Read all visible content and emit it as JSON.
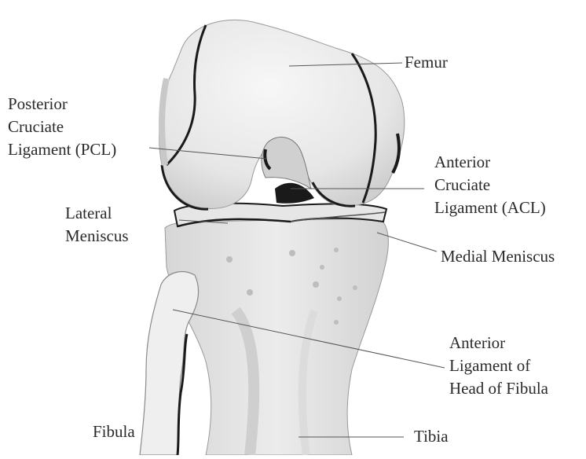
{
  "labels": {
    "femur": "Femur",
    "pcl": "Posterior\nCruciate\nLigament (PCL)",
    "acl": "Anterior\nCruciate\nLigament (ACL)",
    "lateral_meniscus": "Lateral\nMeniscus",
    "medial_meniscus": "Medial Meniscus",
    "anterior_ligament_fibula": "Anterior\nLigament of\nHead of Fibula",
    "fibula": "Fibula",
    "tibia": "Tibia"
  },
  "colors": {
    "bone_light": "#f2f2f2",
    "bone_mid": "#d9d9d9",
    "bone_shade": "#b8b8b8",
    "outline": "#1a1a1a",
    "leader": "#555555",
    "text": "#2a2a2a"
  }
}
